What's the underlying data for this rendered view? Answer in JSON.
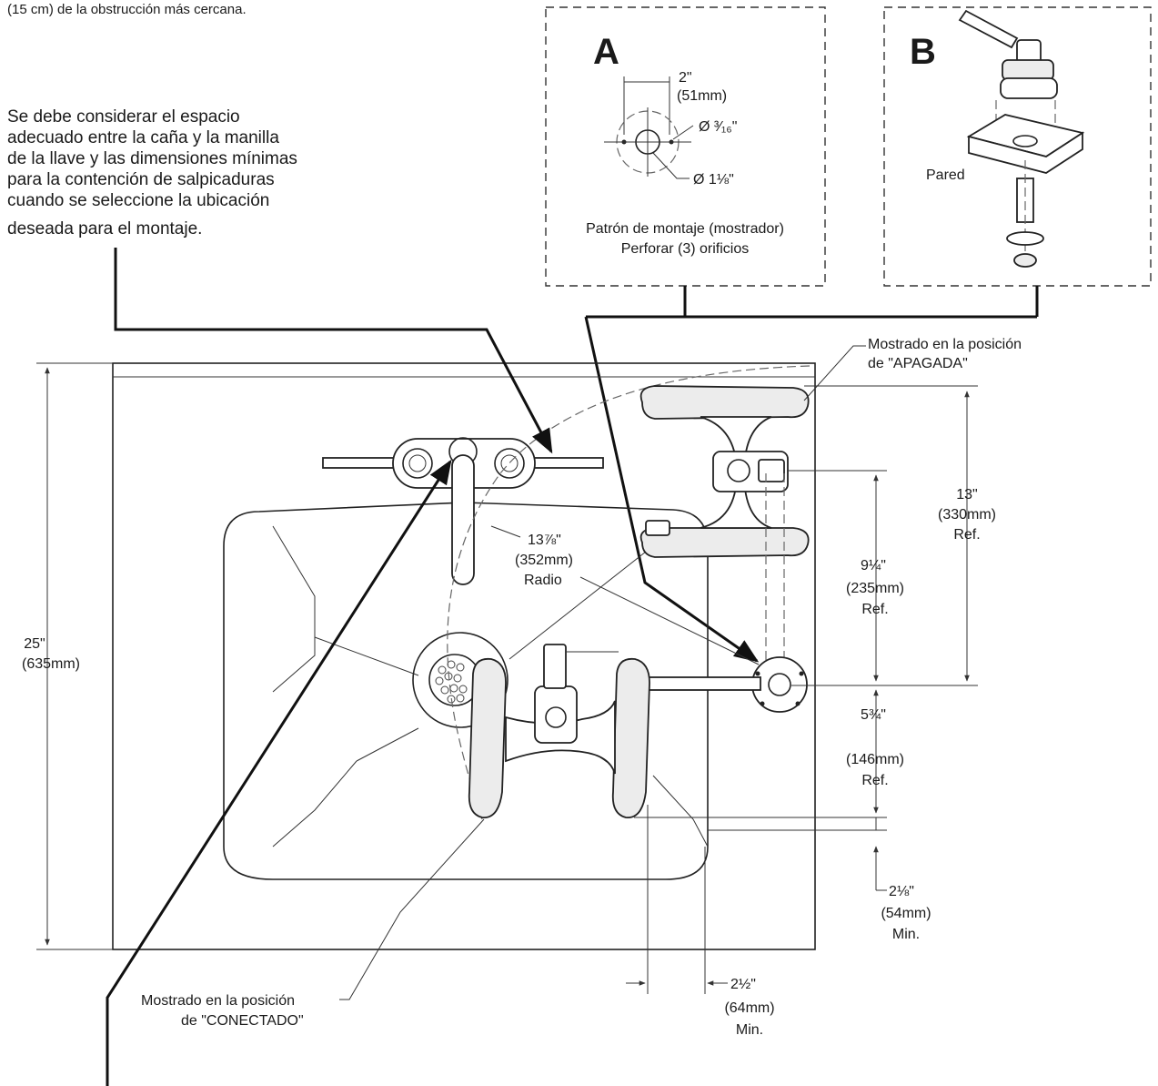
{
  "notes": {
    "top_fragment": "(15 cm) de la obstrucción más cercana.",
    "spacing_lines": [
      "Se debe considerar el espacio",
      "adecuado entre la caña y la manilla",
      "de la llave y las dimensiones mínimas",
      "para la contención de salpicaduras",
      "cuando se seleccione la ubicación",
      "deseada para el montaje."
    ]
  },
  "detail_a": {
    "letter": "A",
    "dim_spacing": "2\"",
    "dim_spacing_mm": "(51mm)",
    "small_hole": "Ø ³⁄₁₆\"",
    "large_hole": "Ø 1⅛\"",
    "caption_line1": "Patrón de montaje (mostrador)",
    "caption_line2": "Perforar (3) orificios"
  },
  "detail_b": {
    "letter": "B",
    "wall_label": "Pared"
  },
  "labels": {
    "off_position": [
      "Mostrado en la posición",
      "de \"APAGADA\""
    ],
    "on_position": [
      "Mostrado en la posición",
      "de \"CONECTADO\""
    ]
  },
  "dimensions": {
    "height": [
      "25\"",
      "(635mm)"
    ],
    "radius": [
      "13⅞\"",
      "(352mm)",
      "Radio"
    ],
    "dim_13": [
      "13\"",
      "(330mm)",
      "Ref."
    ],
    "dim_9": [
      "9¼\"",
      "(235mm)",
      "Ref."
    ],
    "dim_5": [
      "5¾\"",
      "(146mm)",
      "Ref."
    ],
    "dim_2_1_8": [
      "2⅛\"",
      "(54mm)",
      "Min."
    ],
    "dim_2_1_2": [
      "2½\"",
      "(64mm)",
      "Min."
    ]
  }
}
